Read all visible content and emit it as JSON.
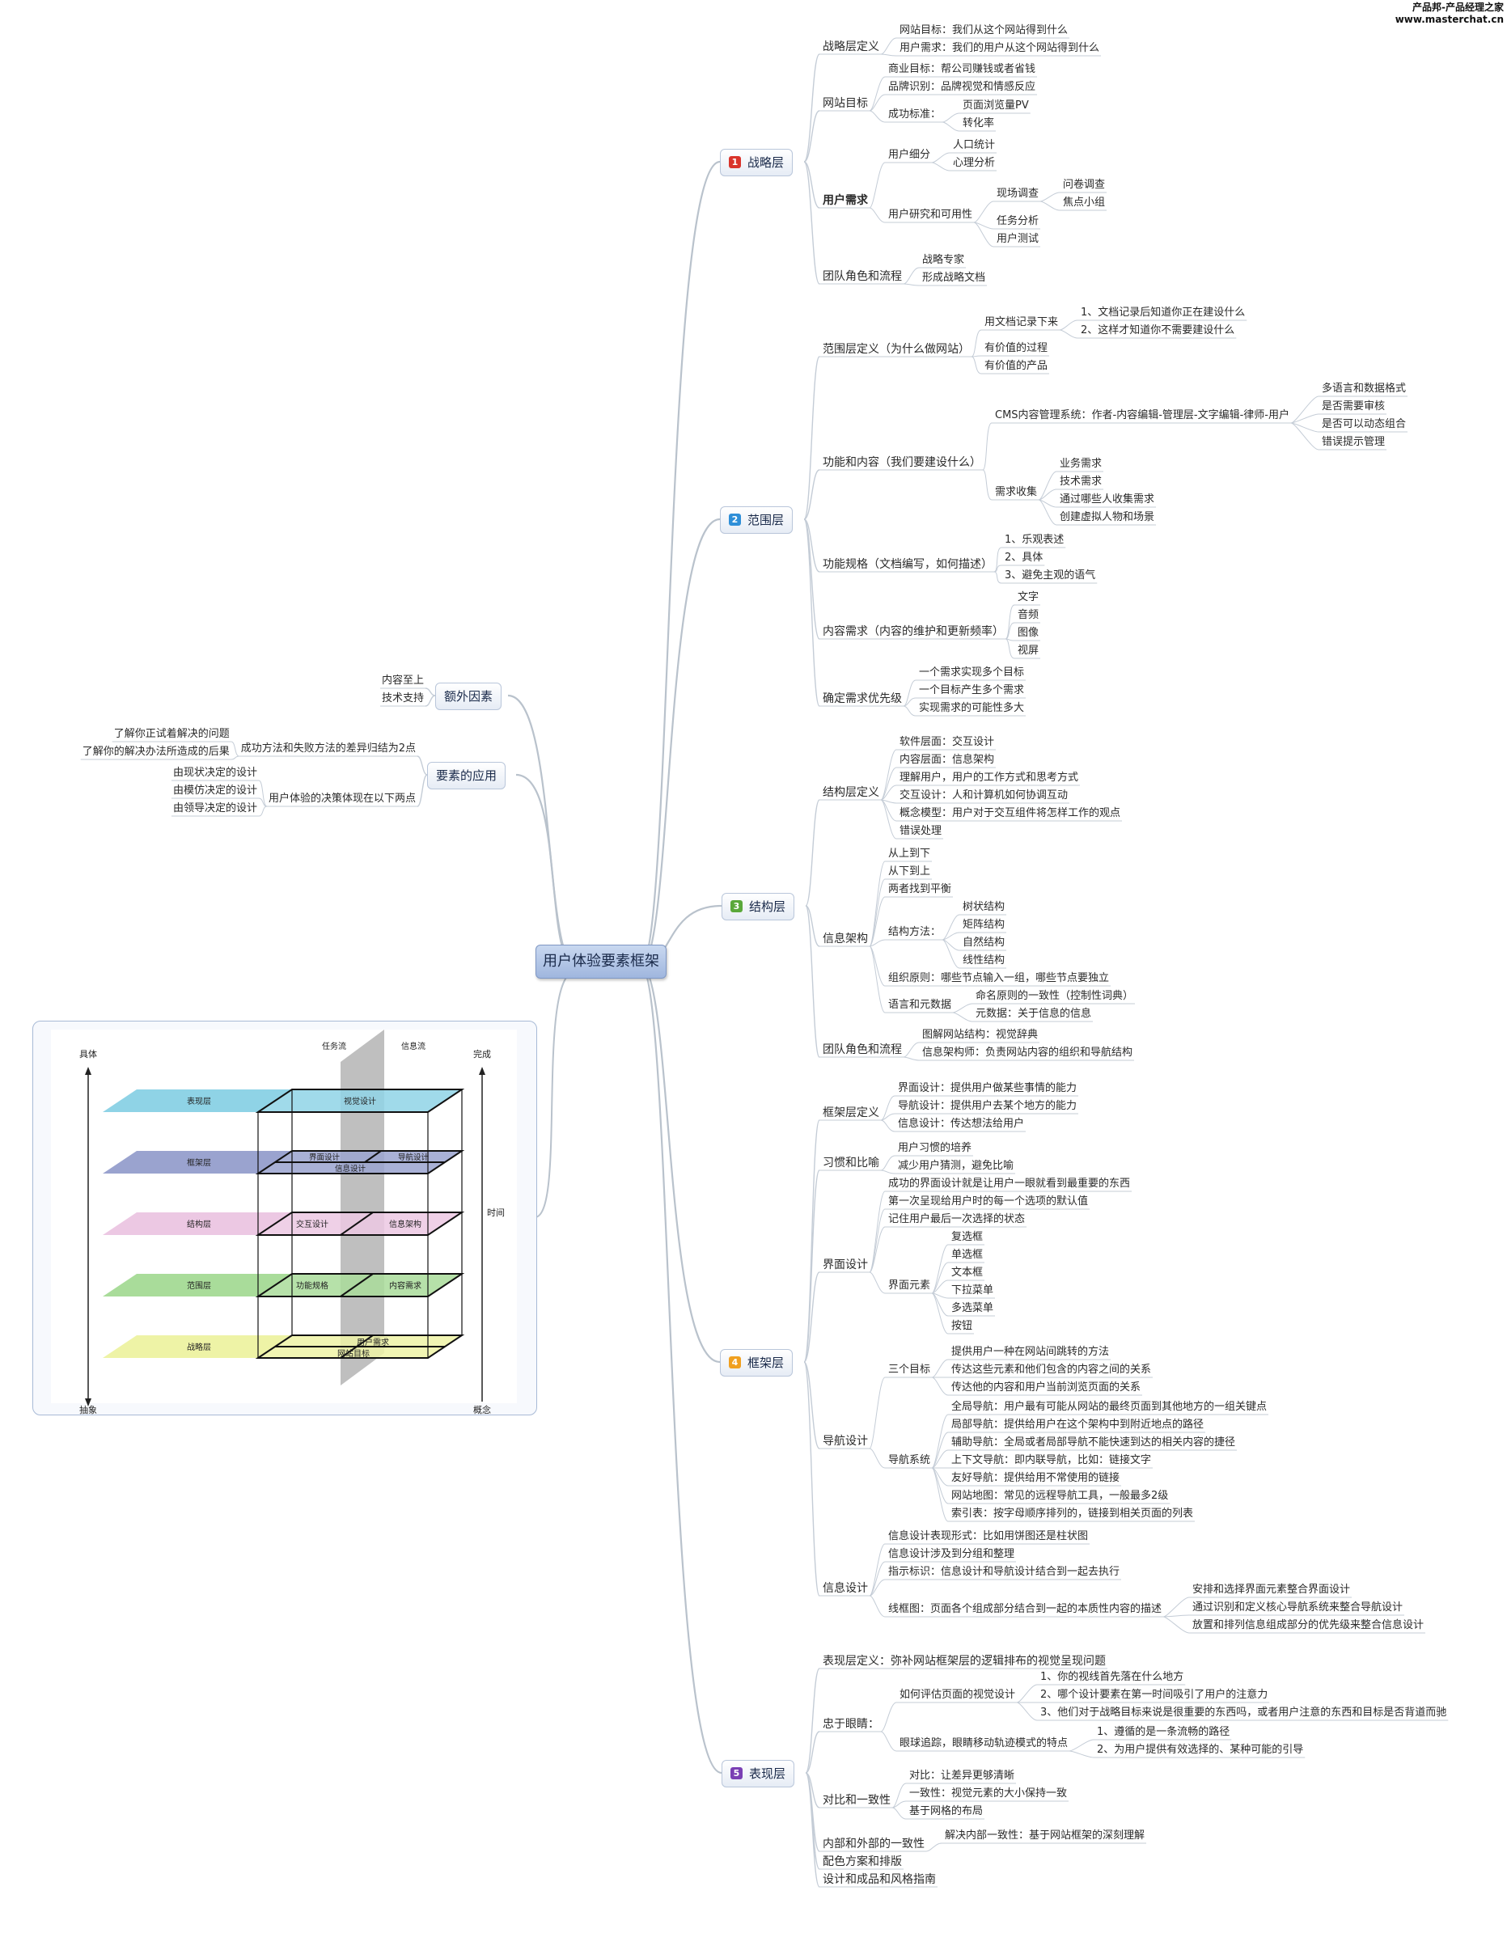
{
  "watermark": {
    "line1": "产品邦-产品经理之家",
    "line2": "www.masterchat.cn"
  },
  "root": {
    "label": "用户体验要素框架"
  },
  "sections": [
    {
      "num": "1",
      "label": "战略层",
      "badge_color": "#d9342b"
    },
    {
      "num": "2",
      "label": "范围层",
      "badge_color": "#2f8fd8"
    },
    {
      "num": "3",
      "label": "结构层",
      "badge_color": "#5aa83a"
    },
    {
      "num": "4",
      "label": "框架层",
      "badge_color": "#f0a020"
    },
    {
      "num": "5",
      "label": "表现层",
      "badge_color": "#7a3fb4"
    }
  ],
  "left_sections": [
    {
      "label": "额外因素"
    },
    {
      "label": "要素的应用"
    }
  ],
  "nodes": [
    "战略层定义",
    "网站目标：我们从这个网站得到什么",
    "用户需求：我们的用户从这个网站得到什么",
    "网站目标",
    "商业目标：帮公司赚钱或者省钱",
    "品牌识别：品牌视觉和情感反应",
    "成功标准：",
    "页面浏览量PV",
    "转化率",
    "用户需求",
    "用户细分",
    "人口统计",
    "心理分析",
    "用户研究和可用性",
    "现场调查",
    "问卷调查",
    "焦点小组",
    "任务分析",
    "用户测试",
    "团队角色和流程",
    "战略专家",
    "形成战略文档",
    "范围层定义（为什么做网站）",
    "用文档记录下来",
    "1、文档记录后知道你正在建设什么",
    "2、这样才知道你不需要建设什么",
    "有价值的过程",
    "有价值的产品",
    "功能和内容（我们要建设什么）",
    "CMS内容管理系统：作者-内容编辑-管理层-文字编辑-律师-用户",
    "多语言和数据格式",
    "是否需要审核",
    "是否可以动态组合",
    "错误提示管理",
    "需求收集",
    "业务需求",
    "技术需求",
    "通过哪些人收集需求",
    "创建虚拟人物和场景",
    "功能规格（文档编写，如何描述）",
    "1、乐观表述",
    "2、具体",
    "3、避免主观的语气",
    "内容需求（内容的维护和更新频率）",
    "文字",
    "音频",
    "图像",
    "视屏",
    "确定需求优先级",
    "一个需求实现多个目标",
    "一个目标产生多个需求",
    "实现需求的可能性多大",
    "结构层定义",
    "软件层面：交互设计",
    "内容层面：信息架构",
    "理解用户，用户的工作方式和思考方式",
    "交互设计：人和计算机如何协调互动",
    "概念模型：用户对于交互组件将怎样工作的观点",
    "错误处理",
    "信息架构",
    "从上到下",
    "从下到上",
    "两者找到平衡",
    "结构方法：",
    "树状结构",
    "矩阵结构",
    "自然结构",
    "线性结构",
    "组织原则：哪些节点输入一组，哪些节点要独立",
    "语言和元数据",
    "命名原则的一致性（控制性词典）",
    "元数据：关于信息的信息",
    "团队角色和流程",
    "图解网站结构：视觉辞典",
    "信息架构师：负责网站内容的组织和导航结构",
    "框架层定义",
    "界面设计：提供用户做某些事情的能力",
    "导航设计：提供用户去某个地方的能力",
    "信息设计：传达想法给用户",
    "习惯和比喻",
    "用户习惯的培养",
    "减少用户猜测，避免比喻",
    "界面设计",
    "成功的界面设计就是让用户一眼就看到最重要的东西",
    "第一次呈现给用户时的每一个选项的默认值",
    "记住用户最后一次选择的状态",
    "界面元素",
    "复选框",
    "单选框",
    "文本框",
    "下拉菜单",
    "多选菜单",
    "按钮",
    "导航设计",
    "三个目标",
    "提供用户一种在网站间跳转的方法",
    "传达这些元素和他们包含的内容之间的关系",
    "传达他的内容和用户当前浏览页面的关系",
    "导航系统",
    "全局导航：用户最有可能从网站的最终页面到其他地方的一组关键点",
    "局部导航：提供给用户在这个架构中到附近地点的路径",
    "辅助导航：全局或者局部导航不能快速到达的相关内容的捷径",
    "上下文导航：即内联导航，比如：链接文字",
    "友好导航：提供给用不常使用的链接",
    "网站地图：常见的远程导航工具，一般最多2级",
    "索引表：按字母顺序排列的，链接到相关页面的列表",
    "信息设计",
    "信息设计表现形式：比如用饼图还是柱状图",
    "信息设计涉及到分组和整理",
    "指示标识：信息设计和导航设计结合到一起去执行",
    "线框图：页面各个组成部分结合到一起的本质性内容的描述",
    "安排和选择界面元素整合界面设计",
    "通过识别和定义核心导航系统来整合导航设计",
    "放置和排列信息组成部分的优先级来整合信息设计",
    "表现层定义：弥补网站框架层的逻辑排布的视觉呈现问题",
    "忠于眼睛：",
    "如何评估页面的视觉设计",
    "1、你的视线首先落在什么地方",
    "2、哪个设计要素在第一时间吸引了用户的注意力",
    "3、他们对于战略目标来说是很重要的东西吗，或者用户注意的东西和目标是否背道而驰",
    "眼球追踪，眼睛移动轨迹模式的特点",
    "1、遵循的是一条流畅的路径",
    "2、为用户提供有效选择的、某种可能的引导",
    "对比和一致性",
    "对比：让差异更够清晰",
    "一致性：视觉元素的大小保持一致",
    "基于网格的布局",
    "内部和外部的一致性",
    "解决内部一致性：基于网站框架的深刻理解",
    "配色方案和排版",
    "设计和成品和风格指南",
    "内容至上",
    "技术支持",
    "成功方法和失败方法的差异归结为2点",
    "了解你正试着解决的问题",
    "了解你的解决办法所造成的后果",
    "用户体验的决策体现在以下两点",
    "由现状决定的设计",
    "由模仿决定的设计",
    "由领导决定的设计"
  ],
  "inset": {
    "labels": {
      "left_top": "具体",
      "left_bottom": "抽象",
      "right_top": "完成",
      "right_bottom": "概念",
      "time": "时间",
      "task_flow": "任务流",
      "info_flow": "信息流"
    },
    "layers": [
      {
        "name": "表现层",
        "color": "#8fd3e6",
        "parts": [
          "视觉设计"
        ]
      },
      {
        "name": "框架层",
        "color": "#9aa3cf",
        "parts": [
          "界面设计",
          "导航设计",
          "信息设计"
        ]
      },
      {
        "name": "结构层",
        "color": "#ecc8e3",
        "parts": [
          "交互设计",
          "信息架构"
        ]
      },
      {
        "name": "范围层",
        "color": "#a9dc9a",
        "parts": [
          "功能规格",
          "内容需求"
        ]
      },
      {
        "name": "战略层",
        "color": "#eef3a6",
        "parts": [
          "用户需求",
          "网站目标"
        ]
      }
    ]
  }
}
